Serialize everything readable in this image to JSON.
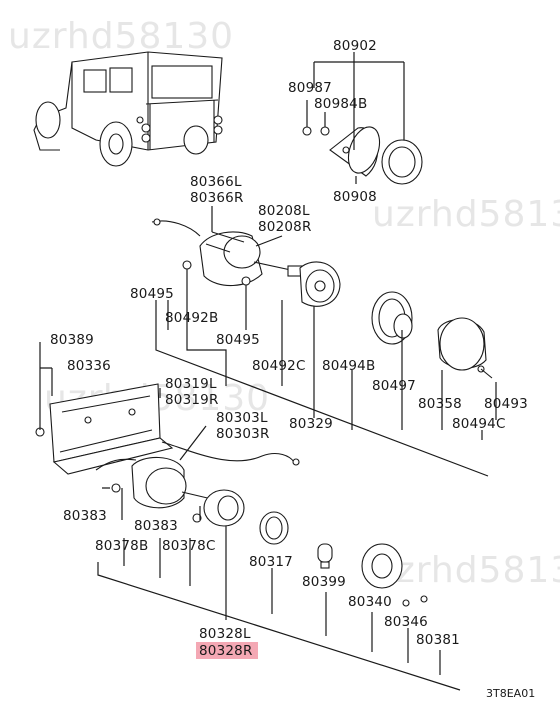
{
  "watermark": "uzrhd58130",
  "diagram_code": "3T8EA01",
  "highlight_color": "#f4a8b4",
  "labels": {
    "l80902": "80902",
    "l80987": "80987",
    "l80984B": "80984B",
    "l80908": "80908",
    "l80366L": "80366L",
    "l80366R": "80366R",
    "l80208L": "80208L",
    "l80208R": "80208R",
    "l80495a": "80495",
    "l80492B": "80492B",
    "l80495b": "80495",
    "l80492C": "80492C",
    "l80494B": "80494B",
    "l80497": "80497",
    "l80358": "80358",
    "l80493": "80493",
    "l80329": "80329",
    "l80494C": "80494C",
    "l80389": "80389",
    "l80336": "80336",
    "l80319L": "80319L",
    "l80319R": "80319R",
    "l80303L": "80303L",
    "l80303R": "80303R",
    "l80383a": "80383",
    "l80383b": "80383",
    "l80378B": "80378B",
    "l80378C": "80378C",
    "l80317": "80317",
    "l80399": "80399",
    "l80340": "80340",
    "l80346": "80346",
    "l80381": "80381",
    "l80328L": "80328L",
    "l80328R": "80328R"
  }
}
